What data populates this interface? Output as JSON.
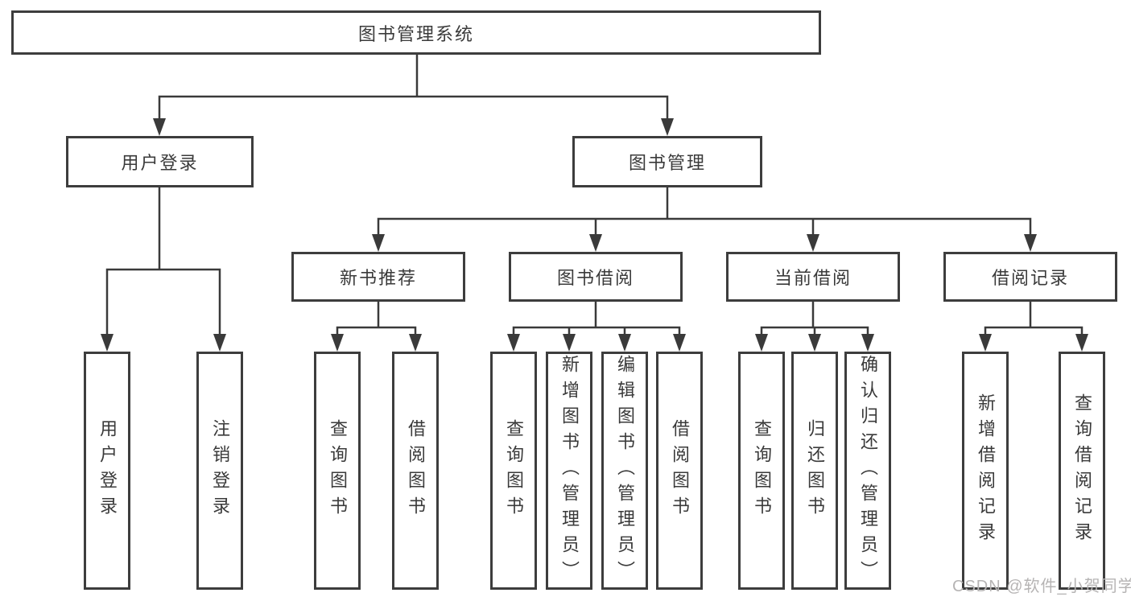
{
  "diagram": {
    "title_note": "functional structure chart",
    "root": {
      "label": "图书管理系统"
    },
    "level2": [
      {
        "label": "用户登录"
      },
      {
        "label": "图书管理"
      }
    ],
    "level3": [
      {
        "label": "新书推荐"
      },
      {
        "label": "图书借阅"
      },
      {
        "label": "当前借阅"
      },
      {
        "label": "借阅记录"
      }
    ],
    "leaves": {
      "user_login": [
        "用户登录",
        "注销登录"
      ],
      "new_books": [
        "查询图书",
        "借阅图书"
      ],
      "book_borrow": [
        "查询图书",
        "新增图书（管理员）",
        "编辑图书（管理员）",
        "借阅图书"
      ],
      "current_borrow": [
        "查询图书",
        "归还图书",
        "确认归还（管理员）"
      ],
      "borrow_records": [
        "新增借阅记录",
        "查询借阅记录"
      ]
    },
    "watermark": "CSDN @软件_小贺同学",
    "colors": {
      "line": "#3a3a3a",
      "border": "#3d3d3d",
      "text": "#3a3a3a",
      "watermark": "#b6b4b4",
      "background": "#ffffff"
    }
  }
}
